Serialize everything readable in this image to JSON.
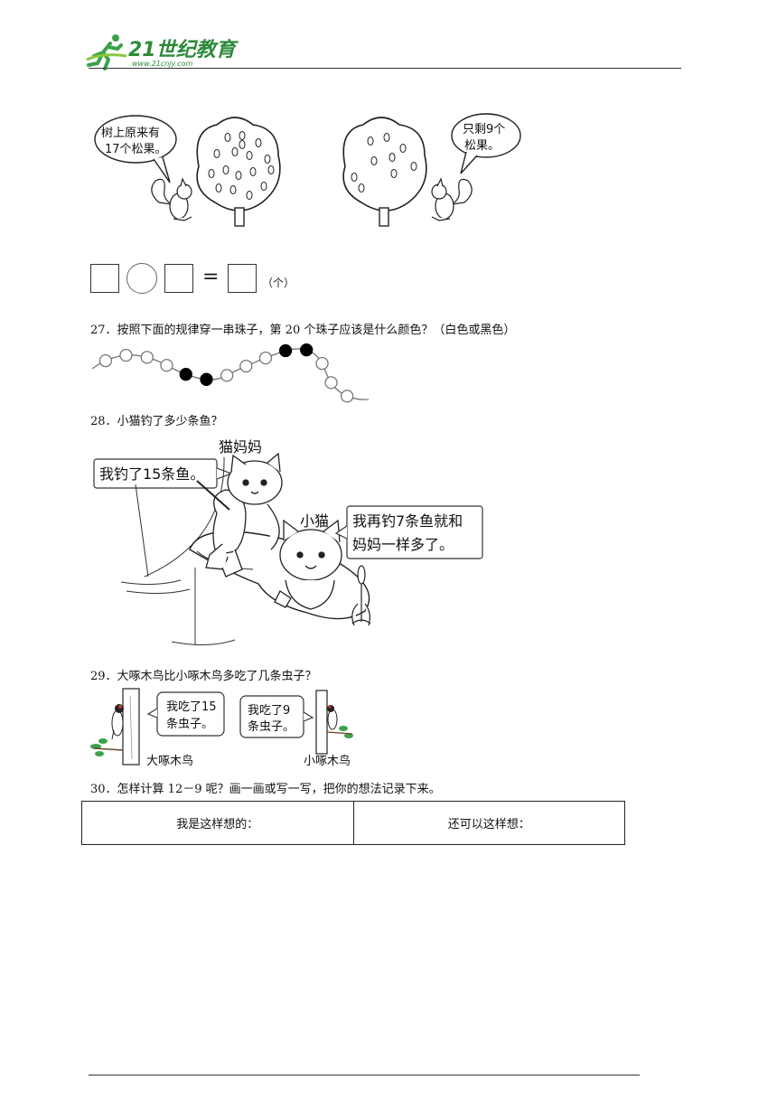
{
  "header": {
    "logo_text": "21世纪教育",
    "logo_url": "www.21cnjy.com"
  },
  "q26": {
    "left_bubble": [
      "树上原来有",
      "17个松果。"
    ],
    "right_bubble": [
      "只剩9个",
      "松果。"
    ],
    "equals": "=",
    "unit": "（个）"
  },
  "q27": {
    "text": "27．按照下面的规律穿一串珠子，第 20 个珠子应该是什么颜色？（白色或黑色）",
    "beads": [
      "white",
      "white",
      "white",
      "white",
      "black",
      "black",
      "white",
      "white",
      "white",
      "black",
      "black",
      "white",
      "white",
      "white"
    ]
  },
  "q28": {
    "text": "28．小猫钓了多少条鱼？",
    "mom_label": "猫妈妈",
    "mom_bubble": "我钓了15条鱼。",
    "kitten_label": "小猫",
    "kitten_bubble": [
      "我再钓7条鱼就和",
      "妈妈一样多了。"
    ]
  },
  "q29": {
    "text": "29．大啄木鸟比小啄木鸟多吃了几条虫子？",
    "big_bubble": [
      "我吃了15",
      "条虫子。"
    ],
    "small_bubble": [
      "我吃了9",
      "条虫子。"
    ],
    "big_label": "大啄木鸟",
    "small_label": "小啄木鸟"
  },
  "q30": {
    "text": "30．怎样计算 12－9 呢？画一画或写一写，把你的想法记录下来。",
    "col1": "我是这样想的：",
    "col2": "还可以这样想："
  }
}
